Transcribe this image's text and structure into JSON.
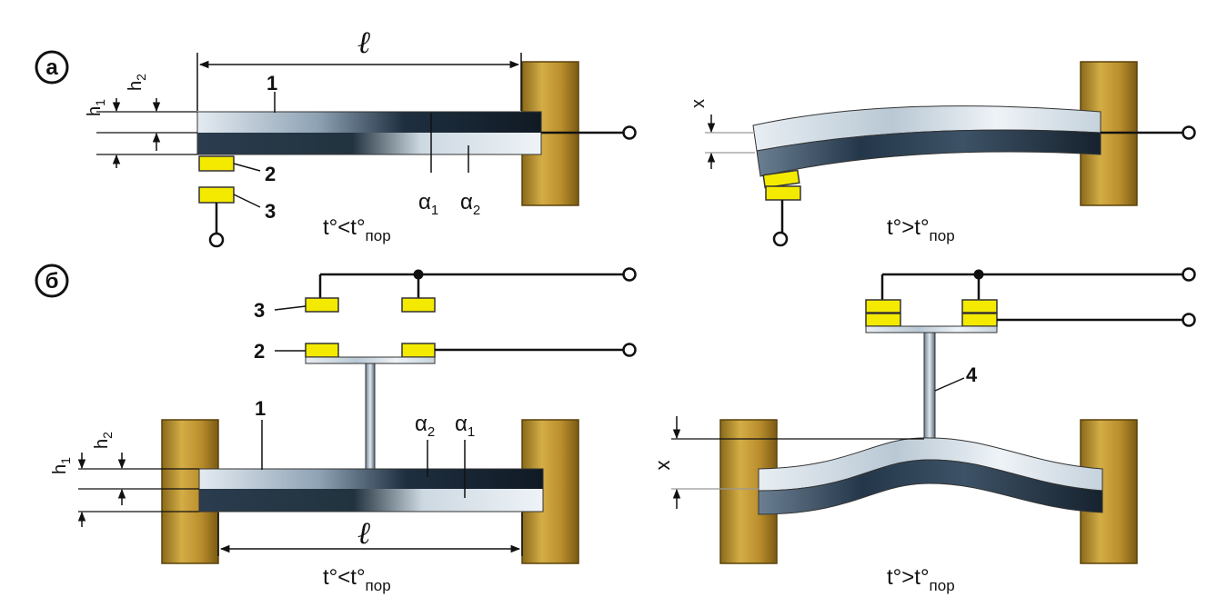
{
  "panels": {
    "a": {
      "marker": "а",
      "length": "ℓ",
      "h1": "h",
      "h1_sub": "1",
      "h2": "h",
      "h2_sub": "2",
      "strip": "1",
      "contact_moving": "2",
      "contact_fixed": "3",
      "alpha1": "α",
      "alpha1_sub": "1",
      "alpha2": "α",
      "alpha2_sub": "2",
      "cond_cold": "t°<t°",
      "cond_cold_sub": "пор",
      "deflection": "x",
      "cond_hot": "t°>t°",
      "cond_hot_sub": "пор"
    },
    "b": {
      "marker": "б",
      "contact_fixed": "3",
      "contact_moving": "2",
      "strip": "1",
      "h1": "h",
      "h1_sub": "1",
      "h2": "h",
      "h2_sub": "2",
      "alpha2": "α",
      "alpha2_sub": "2",
      "alpha1": "α",
      "alpha1_sub": "1",
      "length": "ℓ",
      "cond_cold": "t°<t°",
      "cond_cold_sub": "пор",
      "rod": "4",
      "deflection": "x",
      "cond_hot": "t°>t°",
      "cond_hot_sub": "пор"
    }
  },
  "colors": {
    "wall": "#c9a23c",
    "contact": "#f4ea00",
    "metal_dark": "#1c2a3a",
    "metal_light": "#d5e0e8"
  }
}
